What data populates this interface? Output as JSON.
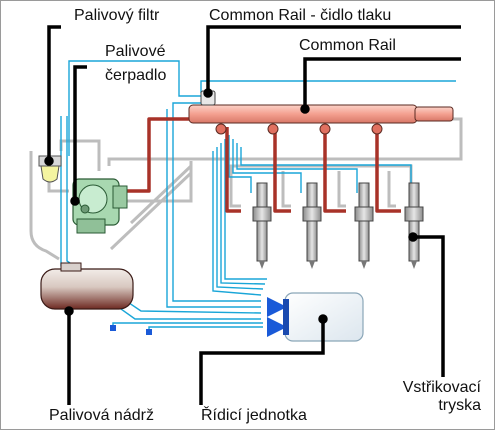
{
  "labels": {
    "palivovy_filtr": "Palivový filtr",
    "palivove_cerpadlo_line1": "Palivové",
    "palivove_cerpadlo_line2": "čerpadlo",
    "common_rail_cidlo": "Common Rail - čidlo tlaku",
    "common_rail": "Common Rail",
    "palivova_nadrz": "Palivová nádrž",
    "ridici_jednotka": "Řídicí jednotka",
    "vstrikovaci_line1": "Vstřikovací",
    "vstrikovaci_line2": "tryska"
  },
  "colors": {
    "rail": "#f4a090",
    "high_pressure_line": "#a83228",
    "low_pressure_line": "#c0c0c0",
    "signal_line": "#1aa6d8",
    "pump_body": "#a8d8b0",
    "injector": "#b0b0b0",
    "tank": "#7a3028",
    "ecu_connector": "#1a5ad8",
    "leader": "#000000"
  }
}
